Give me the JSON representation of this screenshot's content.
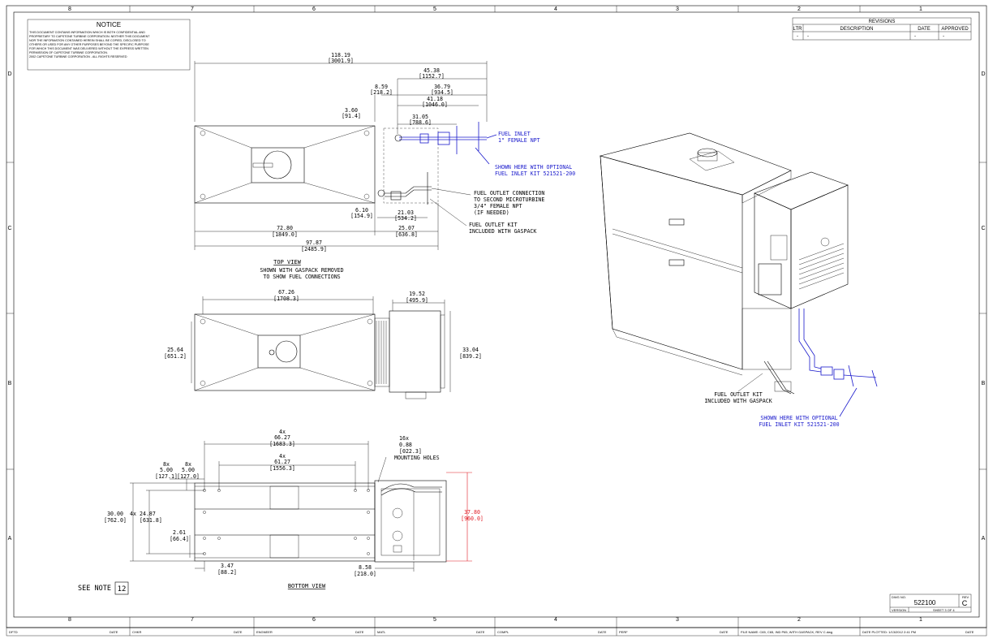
{
  "border": {
    "top_zones": [
      "8",
      "7",
      "6",
      "5",
      "4",
      "3",
      "2",
      "1"
    ],
    "bottom_zones": [
      "8",
      "7",
      "6",
      "5",
      "4",
      "3",
      "2",
      "1"
    ],
    "side_zones": [
      "D",
      "C",
      "B",
      "A"
    ]
  },
  "notice": {
    "title": "NOTICE",
    "lines": [
      "THIS DOCUMENT CONTAINS INFORMATION WHICH IS BOTH CONFIDENTIAL AND",
      "PROPRIETARY TO CAPSTONE TURBINE CORPORATION. NEITHER THIS DOCUMENT",
      "NOR THE INFORMATION CONTAINED HEREIN SHALL BE COPIED, DISCLOSED TO",
      "OTHERS OR USED FOR ANY OTHER PURPOSES BEYOND THE SPECIFIC PURPOSE",
      "FOR WHICH THIS DOCUMENT WAS DELIVERED WITHOUT THE EXPRESS WRITTEN",
      "PERMISSION OF CAPSTONE TURBINE CORPORATION.",
      "2002 CAPSTONE TURBINE CORPORATION - ALL RIGHTS RESERVED"
    ]
  },
  "revisions": {
    "title": "REVISIONS",
    "headers": [
      "LTR",
      "DESCRIPTION",
      "DATE",
      "APPROVED"
    ],
    "row": [
      "-",
      "-",
      "-",
      "-"
    ]
  },
  "top_view": {
    "title": "TOP VIEW",
    "subtitle_1": "SHOWN WITH GASPACK REMOVED",
    "subtitle_2": "TO SHOW FUEL CONNECTIONS",
    "dims": [
      {
        "v": "118.19",
        "m": "[3001.9]"
      },
      {
        "v": "45.38",
        "m": "[1152.7]"
      },
      {
        "v": "8.59",
        "m": "[218.2]"
      },
      {
        "v": "36.79",
        "m": "[934.5]"
      },
      {
        "v": "41.18",
        "m": "[1046.0]"
      },
      {
        "v": "3.60",
        "m": "[91.4]"
      },
      {
        "v": "31.05",
        "m": "[788.6]"
      },
      {
        "v": "6.10",
        "m": "[154.9]"
      },
      {
        "v": "21.03",
        "m": "[534.2]"
      },
      {
        "v": "72.80",
        "m": "[1849.0]"
      },
      {
        "v": "25.07",
        "m": "[636.8]"
      },
      {
        "v": "97.87",
        "m": "[2485.9]"
      }
    ],
    "fuel_inlet_1": "FUEL INLET",
    "fuel_inlet_2": "1\" FEMALE NPT",
    "optional_1": "SHOWN HERE WITH OPTIONAL",
    "optional_2": "FUEL INLET KIT 521521-200",
    "outlet_1": "FUEL OUTLET CONNECTION",
    "outlet_2": "TO SECOND MICROTURBINE",
    "outlet_3": "3/4\" FEMALE NPT",
    "outlet_4": "(IF NEEDED)",
    "kit_1": "FUEL OUTLET KIT",
    "kit_2": "INCLUDED WITH GASPACK"
  },
  "mid_view": {
    "dims": [
      {
        "v": "67.26",
        "m": "[1708.3]"
      },
      {
        "v": "19.52",
        "m": "[495.9]"
      },
      {
        "v": "25.64",
        "m": "[651.2]"
      },
      {
        "v": "33.04",
        "m": "[839.2]"
      }
    ]
  },
  "bottom_view": {
    "title": "BOTTOM VIEW",
    "dims": [
      {
        "q": "4x",
        "v": "66.27",
        "m": "[1683.3]"
      },
      {
        "q": "4x",
        "v": "61.27",
        "m": "[1556.3]"
      },
      {
        "q": "16x",
        "v": "0.88",
        "m": "[022.3]"
      },
      {
        "q": "8x",
        "v": "5.00",
        "m": "[127.1]"
      },
      {
        "q": "8x",
        "v": "5.00",
        "m": "[127.0]"
      },
      {
        "q": "",
        "v": "30.00",
        "m": "[762.0]"
      },
      {
        "q": "4x",
        "v": "24.87",
        "m": "[631.8]"
      },
      {
        "q": "",
        "v": "2.61",
        "m": "[66.4]"
      },
      {
        "q": "",
        "v": "3.47",
        "m": "[88.2]"
      },
      {
        "q": "",
        "v": "8.58",
        "m": "[218.0]"
      }
    ],
    "mounting": "MOUNTING HOLES",
    "height_v": "37.80",
    "height_m": "[960.0]"
  },
  "iso_view": {
    "kit_1": "FUEL OUTLET KIT",
    "kit_2": "INCLUDED WITH GASPACK",
    "optional_1": "SHOWN HERE WITH OPTIONAL",
    "optional_2": "FUEL INLET KIT 521521-200"
  },
  "see_note": {
    "label": "SEE NOTE",
    "number": "12"
  },
  "title_block": {
    "dwg_label": "DWG NO.",
    "dwg_no": "522100",
    "rev_label": "REV",
    "rev": "C",
    "version_label": "VERSION",
    "sheet": "SHEET 3 OF 4"
  },
  "footer": {
    "fields": [
      "DFTD",
      "DATE",
      "CHKR",
      "DATE",
      "ENGNEER",
      "DATE",
      "MATL",
      "DATE",
      "COMPL",
      "DATE",
      "PERF",
      "DATE"
    ],
    "file": "FILE NAME: C65, C65, IND P65, WITH GASPACK, REV C.dwg",
    "plotted": "DATE PLOTTED: 1/13/2012 2:41 PM",
    "date": "DATE"
  },
  "colors": {
    "dimension_blue": "#1a1acc",
    "dimension_red": "#e01b24"
  }
}
